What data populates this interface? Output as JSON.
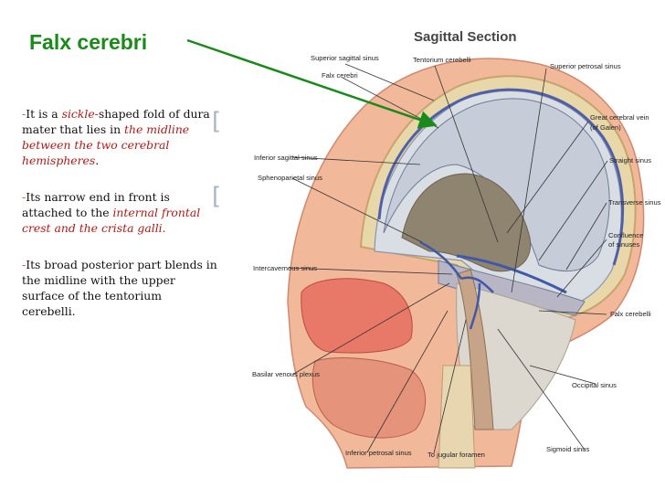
{
  "slide": {
    "title": "Falx cerebri",
    "bullets": [
      {
        "mark": "-",
        "parts": [
          {
            "t": "It is a ",
            "em": false
          },
          {
            "t": "sickle-",
            "em": true
          },
          {
            "t": "shaped fold of dura mater that lies in ",
            "em": false
          },
          {
            "t": "the midline between the two cerebral hemispheres",
            "em": true
          },
          {
            "t": ".",
            "em": false
          }
        ]
      },
      {
        "mark": "-",
        "parts": [
          {
            "t": "Its narrow end in front is attached to the ",
            "em": false
          },
          {
            "t": "internal frontal crest and the crista galli.",
            "em": true
          }
        ]
      },
      {
        "mark": "-",
        "parts": [
          {
            "t": "Its broad posterior part blends in the midline with the upper surface of the tentorium cerebelli.",
            "em": false
          }
        ]
      }
    ],
    "brackets": [
      "[",
      "["
    ]
  },
  "figure": {
    "section_title": "Sagittal Section",
    "labels": {
      "superior_sagittal_sinus": "Superior sagittal sinus",
      "falx_cerebri_top": "Falx cerebri",
      "tentorium_cerebelli": "Tentorium cerebelli",
      "superior_petrosal_sinus": "Superior petrosal sinus",
      "great_cerebral_vein_1": "Great cerebral vein",
      "great_cerebral_vein_2": "(of Galen)",
      "inferior_sagittal_sinus": "Inferior sagittal sinus",
      "straight_sinus": "Straight sinus",
      "sphenoparietal_sinus": "Sphenoparietal sinus",
      "transverse_sinus": "Transverse sinus",
      "confluence_1": "Confluence",
      "confluence_2": "of sinuses",
      "intercavernous_sinus": "Intercavernous sinus",
      "falx_cerebelli": "Falx cerebelli",
      "basilar_venous_plexus": "Basilar venous plexus",
      "occipital_sinus": "Occipital sinus",
      "inferior_petrosal_sinus": "Inferior petrosal sinus",
      "to_jugular_foramen": "To jugular foramen",
      "sigmoid_sinus": "Sigmoid sinus"
    }
  }
}
